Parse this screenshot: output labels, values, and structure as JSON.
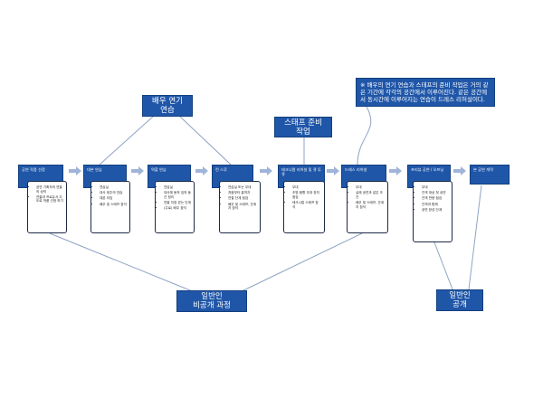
{
  "top_labels": {
    "actor_practice": [
      "배우 연기",
      "연습"
    ],
    "staff_prep": [
      "스태프 준비",
      "작업"
    ]
  },
  "note": {
    "text": "※ 배우의 연기 연습과 스태프의 준비 작업은 거의 같은 기간에 각각의 공간에서 이루어진다. 같은 공간에서 동시간에 이루어지는 연습이 드레스 리허설이다."
  },
  "bottom_labels": {
    "private": [
      "일반인",
      "비공개 과정"
    ],
    "public": [
      "일반인",
      "공개"
    ]
  },
  "stages": [
    {
      "title": "공연 작품 선정",
      "items": [
        "공연 기획자와 연출의 상의",
        "연출과 프로듀서 주도로 작품 선정 하기"
      ]
    },
    {
      "title": "대본 연습",
      "items": [
        "연습실",
        "대사 위주의 연습",
        "대본 리딩",
        "배우 및 스태프 참석"
      ]
    },
    {
      "title": "역할 연습",
      "items": [
        "연습실",
        "대사에 동작 입혀 동선 정리",
        "연출 지침 받는 단계",
        "(주로) 배우 참석"
      ]
    },
    {
      "title": "런 스루",
      "items": [
        "연습실 또는 무대",
        "처음부터 끝까지",
        "연결 단계 점검",
        "배우 및 스태프, 관계자 참석"
      ]
    },
    {
      "title": "테크니컬 리허설 및 큐 투 큐",
      "items": [
        "무대",
        "조명 음향 무대 장치 점검",
        "테크니컬 스태프 참석"
      ]
    },
    {
      "title": "드레스 리허설",
      "items": [
        "무대",
        "실제 공연과 같은 조건",
        "배우 및 스태프, 관계자 참석"
      ]
    },
    {
      "title": "프리뷰 공연 / 오프닝",
      "items": [
        "무대",
        "관객 대상 첫 공연",
        "관객 반응 점검",
        "관객과 함께",
        "공연 완성 단계"
      ]
    },
    {
      "title": "본 공연 개막",
      "items": []
    }
  ],
  "colors": {
    "box": "#1f56a8",
    "arrow": "#9fb4d8",
    "line": "#8fa3c4"
  }
}
